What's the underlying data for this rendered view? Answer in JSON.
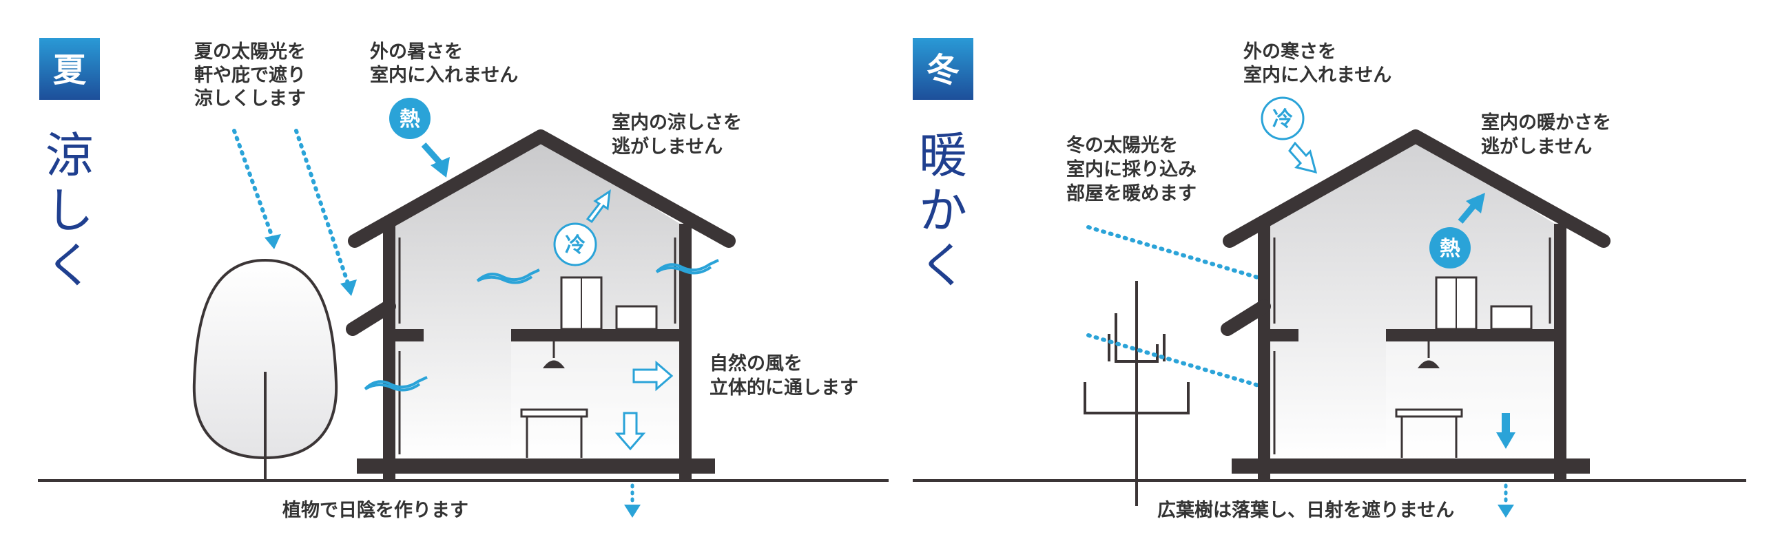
{
  "colors": {
    "dark": "#3b3536",
    "blue": "#2aa3d8",
    "navy": "#1f3f8f",
    "badge_top": "#2a9ad6",
    "badge_bottom": "#1d4f9a"
  },
  "summer": {
    "badge": "夏",
    "vertical": [
      "涼",
      "し",
      "く"
    ],
    "sun_note": [
      "夏の太陽光を",
      "軒や庇で遮り",
      "涼しくします"
    ],
    "heat_note": [
      "外の暑さを",
      "室内に入れません"
    ],
    "cool_note": [
      "室内の涼しさを",
      "逃がしません"
    ],
    "wind_note": [
      "自然の風を",
      "立体的に通します"
    ],
    "ground_note": "植物で日陰を作ります",
    "heat_badge": "熱",
    "cool_badge": "冷"
  },
  "winter": {
    "badge": "冬",
    "vertical": [
      "暖",
      "か",
      "く"
    ],
    "cold_note": [
      "外の寒さを",
      "室内に入れません"
    ],
    "warm_note": [
      "室内の暖かさを",
      "逃がしません"
    ],
    "sun_note": [
      "冬の太陽光を",
      "室内に採り込み",
      "部屋を暖めます"
    ],
    "ground_note": "広葉樹は落葉し、日射を遮りません",
    "cold_badge": "冷",
    "heat_badge": "熱"
  }
}
